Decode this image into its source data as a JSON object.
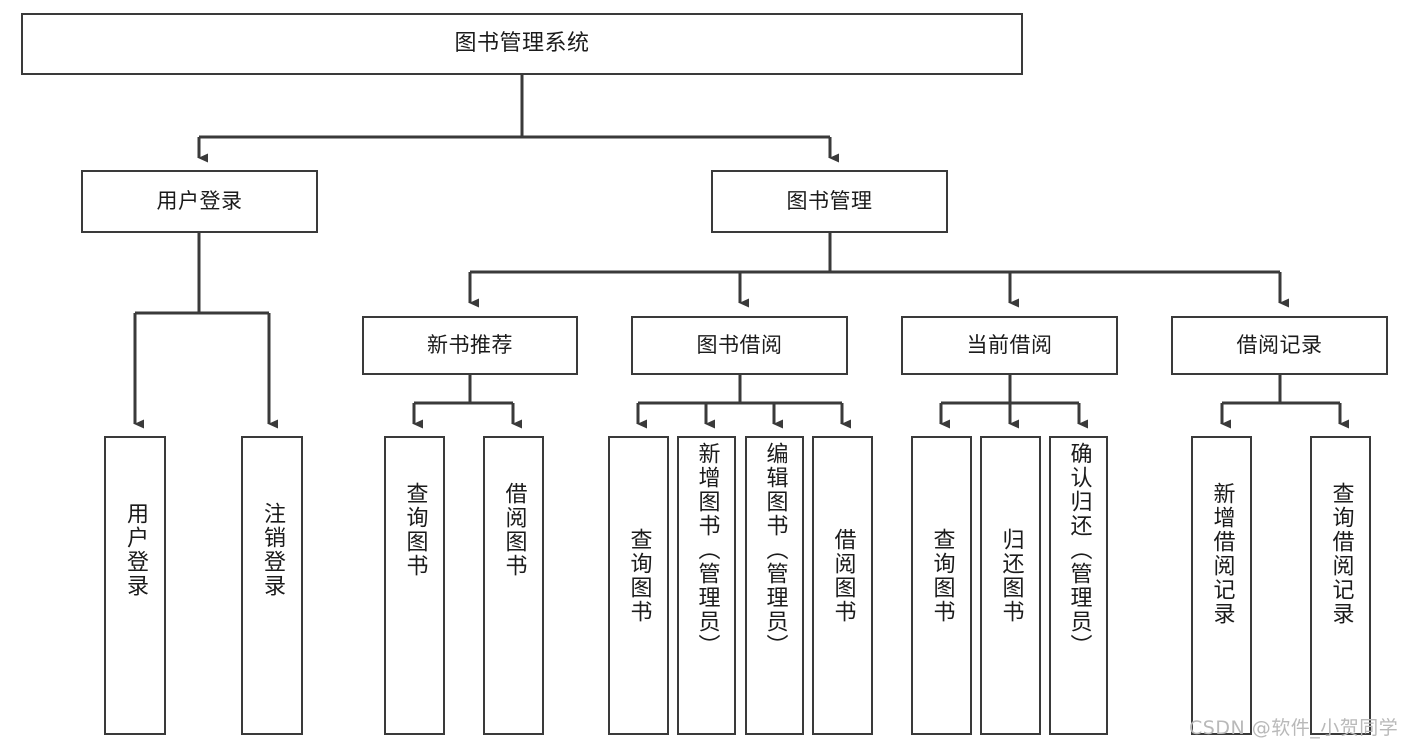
{
  "diagram": {
    "title": "图书管理系统",
    "type": "hierarchy-tree",
    "levels": 4,
    "root": {
      "id": "root",
      "label": "图书管理系统",
      "orientation": "horizontal"
    },
    "level2": [
      {
        "id": "user-login",
        "label": "用户登录",
        "orientation": "horizontal"
      },
      {
        "id": "book-management",
        "label": "图书管理",
        "orientation": "horizontal"
      }
    ],
    "level3": [
      {
        "id": "new-book-recommend",
        "label": "新书推荐",
        "orientation": "horizontal",
        "parent": "book-management"
      },
      {
        "id": "book-borrow",
        "label": "图书借阅",
        "orientation": "horizontal",
        "parent": "book-management"
      },
      {
        "id": "current-borrow",
        "label": "当前借阅",
        "orientation": "horizontal",
        "parent": "book-management"
      },
      {
        "id": "borrow-record",
        "label": "借阅记录",
        "orientation": "horizontal",
        "parent": "book-management"
      }
    ],
    "leaves": [
      {
        "id": "leaf-user-login",
        "label": "用户登录",
        "parent": "user-login",
        "orientation": "vertical"
      },
      {
        "id": "leaf-logout-login",
        "label": "注销登录",
        "parent": "user-login",
        "orientation": "vertical"
      },
      {
        "id": "leaf-query-book-1",
        "label": "查询图书",
        "parent": "new-book-recommend",
        "orientation": "vertical"
      },
      {
        "id": "leaf-borrow-book-1",
        "label": "借阅图书",
        "parent": "new-book-recommend",
        "orientation": "vertical"
      },
      {
        "id": "leaf-query-book-2",
        "label": "查询图书",
        "parent": "book-borrow",
        "orientation": "vertical"
      },
      {
        "id": "leaf-add-book",
        "label": "新增图书（管理员）",
        "parent": "book-borrow",
        "orientation": "vertical"
      },
      {
        "id": "leaf-edit-book",
        "label": "编辑图书（管理员）",
        "parent": "book-borrow",
        "orientation": "vertical"
      },
      {
        "id": "leaf-borrow-book-2",
        "label": "借阅图书",
        "parent": "book-borrow",
        "orientation": "vertical"
      },
      {
        "id": "leaf-query-book-3",
        "label": "查询图书",
        "parent": "current-borrow",
        "orientation": "vertical"
      },
      {
        "id": "leaf-return-book",
        "label": "归还图书",
        "parent": "current-borrow",
        "orientation": "vertical"
      },
      {
        "id": "leaf-confirm-return",
        "label": "确认归还（管理员）",
        "parent": "current-borrow",
        "orientation": "vertical"
      },
      {
        "id": "leaf-add-record",
        "label": "新增借阅记录",
        "parent": "borrow-record",
        "orientation": "vertical"
      },
      {
        "id": "leaf-query-record",
        "label": "查询借阅记录",
        "parent": "borrow-record",
        "orientation": "vertical"
      }
    ],
    "colors": {
      "box_border": "#3a3a3a",
      "box_fill": "#ffffff",
      "edge": "#3a3a3a",
      "text": "#1b1b1b",
      "watermark": "#b9b9b9",
      "background": "#ffffff"
    }
  },
  "watermark": {
    "text": "CSDN @软件_小贺同学"
  }
}
